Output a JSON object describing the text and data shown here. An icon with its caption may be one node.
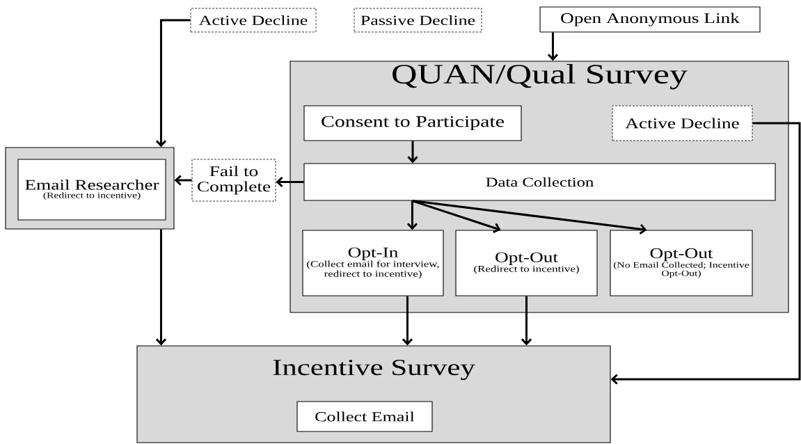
{
  "diagram": {
    "nodes": [
      {
        "text": [
          "Active Decline"
        ]
      },
      {
        "text": [
          "Passive Decline"
        ]
      },
      {
        "text": [
          "Open Anonymous Link"
        ]
      },
      {
        "text": [
          "QUAN/Qual Survey"
        ]
      },
      {
        "text": [
          "Consent to Participate"
        ],
        "in": 3
      },
      {
        "text": [
          "Active Decline"
        ],
        "in": 3
      },
      {
        "text": [],
        "shape": "box"
      },
      {
        "text": [
          "Email Researcher",
          "(Redirect to incentive)"
        ],
        "in": 6
      },
      {
        "text": [
          "Fail to Complete"
        ]
      },
      {
        "text": [
          "Data Collection"
        ],
        "in": 3
      },
      {
        "text": [
          "Opt-In",
          "(Collect email for interview, redirect to incentive)"
        ],
        "in": 3
      },
      {
        "text": [
          "Opt-Out",
          "(Redirect to incentive)"
        ],
        "in": 3
      },
      {
        "text": [
          "Opt-Out",
          "(No Email Collected; Incentive Opt-Out)"
        ],
        "in": 3
      },
      {
        "text": [
          "Incentive Survey"
        ]
      },
      {
        "text": [
          "Collect Email"
        ],
        "in": 13
      }
    ],
    "edges": [
      {
        "from": 0,
        "to": 6,
        "arrow": "to"
      },
      {
        "from": 2,
        "to": 3,
        "arrow": "to"
      },
      {
        "from": 4,
        "to": 9,
        "arrow": "to"
      },
      {
        "from": 9,
        "to": 8,
        "arrow": "to"
      },
      {
        "from": 8,
        "to": 6,
        "arrow": "to"
      },
      {
        "from": 9,
        "to": 10,
        "arrow": "to"
      },
      {
        "from": 9,
        "to": 11,
        "arrow": "to"
      },
      {
        "from": 9,
        "to": 12,
        "arrow": "to"
      },
      {
        "from": 6,
        "to": 13,
        "arrow": "to"
      },
      {
        "from": 10,
        "to": 13,
        "arrow": "to"
      },
      {
        "from": 11,
        "to": 13,
        "arrow": "to"
      },
      {
        "from": 5,
        "to": 13,
        "arrow": "to"
      }
    ]
  }
}
